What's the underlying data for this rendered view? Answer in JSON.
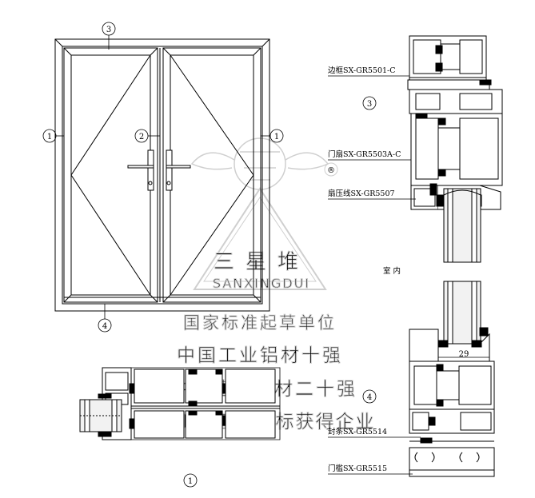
{
  "callouts": {
    "top": "3",
    "left": "1",
    "middle": "2",
    "right": "1",
    "bottom": "4",
    "section_a": "3",
    "section_b": "4",
    "plan": "1"
  },
  "labels": {
    "frame": "边框SX-GR5501-C",
    "leaf": "门扇SX-GR5503A-C",
    "bead": "扇压线SX-GR5507",
    "indoor": "室 内",
    "seal": "封条SX-GR5514",
    "sill": "门槛SX-GR5515",
    "dimension": "29"
  },
  "watermark": {
    "mark": "®",
    "brand_cn": "三星堆",
    "brand_en": "SANXINGDUI",
    "line1": "国家标准起草单位",
    "line2": "中国工业铝材十强",
    "line3": "中国建筑铝材二十强",
    "line4": "四川省著名商标获得企业"
  },
  "colors": {
    "line": "#000000",
    "watermark": "#c8c8c8",
    "profile_fill": "#ffffff",
    "glass": "#f2f2f2"
  }
}
